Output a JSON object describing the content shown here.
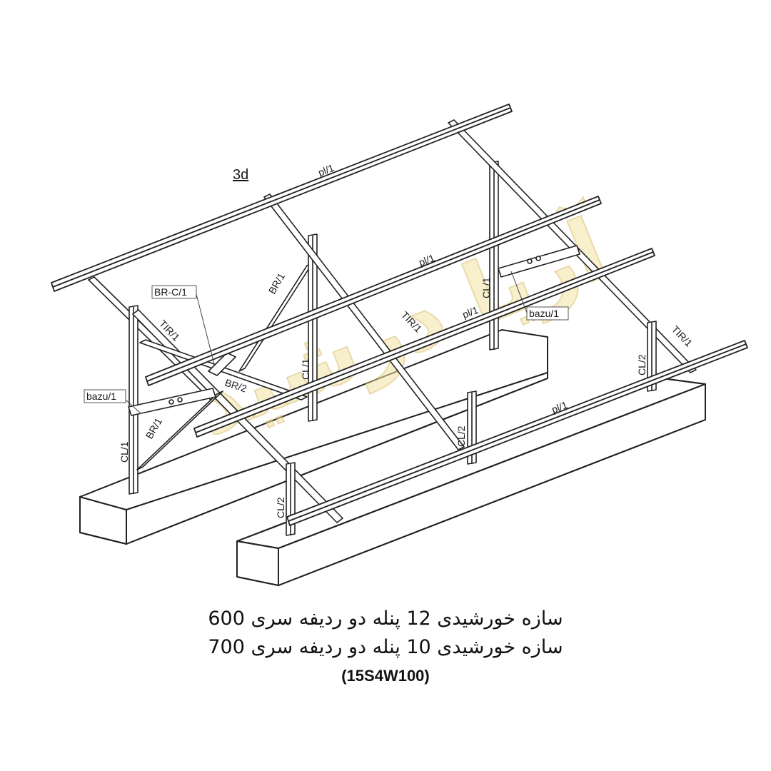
{
  "view_label": "3d",
  "part_labels": {
    "pl_1": "pl/1",
    "br_1": "BR/1",
    "br_2": "BR/2",
    "br_c_1": "BR-C/1",
    "tir_1": "TIR/1",
    "cl_1": "CL/1",
    "cl_2": "CL/2",
    "bazu_1": "bazu/1"
  },
  "watermark": "آریا درشید",
  "caption": {
    "line1": "سازه خورشیدی 12 پنله دو ردیفه سری 600",
    "line2": "سازه خورشیدی 10 پنله دو ردیفه سری 700",
    "model_code": "(15S4W100)"
  }
}
